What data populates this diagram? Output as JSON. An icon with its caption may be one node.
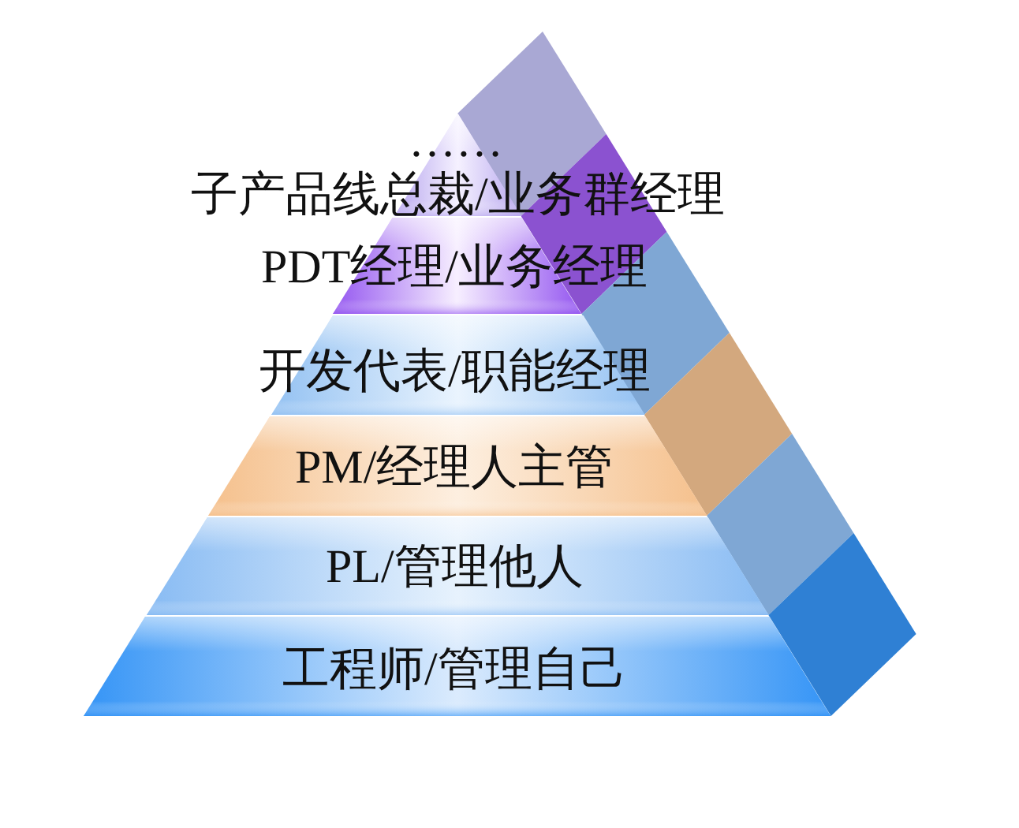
{
  "diagram": {
    "nodes": [
      {
        "text": [
          "……",
          "子产品线总裁/业务群经理"
        ]
      },
      {
        "text": [
          "PDT经理/业务经理"
        ]
      },
      {
        "text": [
          "开发代表/职能经理"
        ]
      },
      {
        "text": [
          "PM/经理人主管"
        ]
      },
      {
        "text": [
          "PL/管理他人"
        ]
      },
      {
        "text": [
          "工程师/管理自己"
        ]
      }
    ]
  }
}
